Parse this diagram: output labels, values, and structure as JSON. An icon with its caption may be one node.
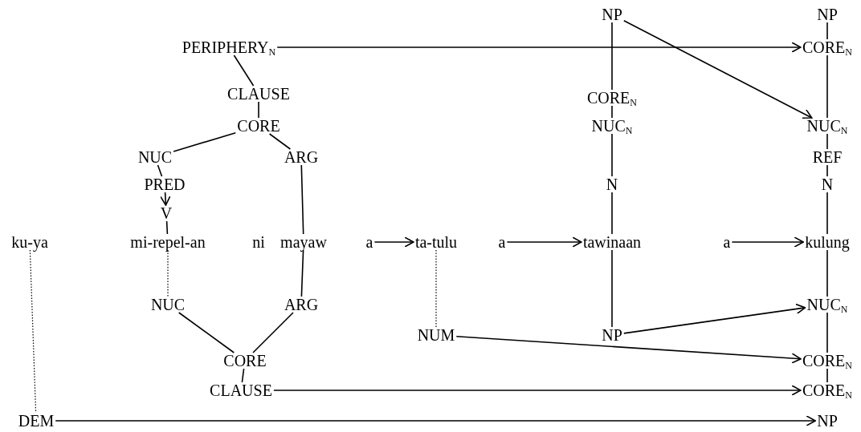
{
  "diagram": {
    "nodes": [
      {
        "text": [
          "PERIPHERY$_{N}$"
        ]
      },
      {
        "text": [
          "CLAUSE"
        ]
      },
      {
        "text": [
          "CORE"
        ]
      },
      {
        "text": [
          "NUC"
        ]
      },
      {
        "text": [
          "ARG"
        ]
      },
      {
        "text": [
          "PRED"
        ]
      },
      {
        "text": [
          "V"
        ]
      },
      {
        "text": [
          "ku-ya"
        ]
      },
      {
        "text": [
          "mi-repel-an"
        ]
      },
      {
        "text": [
          "ni"
        ]
      },
      {
        "text": [
          "mayaw"
        ]
      },
      {
        "text": [
          "a"
        ]
      },
      {
        "text": [
          "ta-tulu"
        ]
      },
      {
        "text": [
          "a"
        ]
      },
      {
        "text": [
          "tawinaan"
        ]
      },
      {
        "text": [
          "a"
        ]
      },
      {
        "text": [
          "kulung"
        ]
      },
      {
        "text": [
          "NUC"
        ]
      },
      {
        "text": [
          "ARG"
        ]
      },
      {
        "text": [
          "CORE"
        ]
      },
      {
        "text": [
          "CLAUSE"
        ]
      },
      {
        "text": [
          "DEM"
        ]
      },
      {
        "text": [
          "NUM"
        ]
      },
      {
        "text": [
          "NP"
        ]
      },
      {
        "text": [
          "NP"
        ]
      },
      {
        "text": [
          "CORE$_{N}$"
        ]
      },
      {
        "text": [
          "NUC$_{N}$"
        ]
      },
      {
        "text": [
          "N"
        ]
      },
      {
        "text": [
          "NP"
        ]
      },
      {
        "text": [
          "CORE$_{N}$"
        ]
      },
      {
        "text": [
          "NUC$_{N}$"
        ]
      },
      {
        "text": [
          "REF"
        ]
      },
      {
        "text": [
          "N"
        ]
      },
      {
        "text": [
          "NUC$_{N}$"
        ]
      },
      {
        "text": [
          "CORE$_{N}$"
        ]
      },
      {
        "text": [
          "CORE$_{N}$"
        ]
      },
      {
        "text": [
          "NP"
        ]
      }
    ],
    "edges": [
      {
        "from": 0,
        "to": 29,
        "arrow": "to"
      },
      {
        "from": 1,
        "to": 0,
        "arrow": "none"
      },
      {
        "from": 2,
        "to": 1,
        "arrow": "none"
      },
      {
        "from": 2,
        "to": 3,
        "arrow": "none"
      },
      {
        "from": 2,
        "to": 4,
        "arrow": "none"
      },
      {
        "from": 3,
        "to": 5,
        "arrow": "none"
      },
      {
        "from": 5,
        "to": 6,
        "arrow": "to"
      },
      {
        "from": 6,
        "to": 8,
        "arrow": "none"
      },
      {
        "from": 4,
        "to": 10,
        "arrow": "none"
      },
      {
        "from": 8,
        "to": 17,
        "arrow": "none",
        "style": "dashed"
      },
      {
        "from": 10,
        "to": 18,
        "arrow": "none"
      },
      {
        "from": 17,
        "to": 19,
        "arrow": "none"
      },
      {
        "from": 18,
        "to": 19,
        "arrow": "none"
      },
      {
        "from": 19,
        "to": 20,
        "arrow": "none"
      },
      {
        "from": 20,
        "to": 35,
        "arrow": "to"
      },
      {
        "from": 7,
        "to": 21,
        "arrow": "none",
        "style": "dashed"
      },
      {
        "from": 21,
        "to": 36,
        "arrow": "to"
      },
      {
        "from": 11,
        "to": 12,
        "arrow": "to"
      },
      {
        "from": 13,
        "to": 14,
        "arrow": "to"
      },
      {
        "from": 15,
        "to": 16,
        "arrow": "to"
      },
      {
        "from": 12,
        "to": 22,
        "arrow": "none",
        "style": "dashed"
      },
      {
        "from": 22,
        "to": 34,
        "arrow": "to"
      },
      {
        "from": 24,
        "to": 25,
        "arrow": "none"
      },
      {
        "from": 25,
        "to": 26,
        "arrow": "none"
      },
      {
        "from": 26,
        "to": 27,
        "arrow": "none"
      },
      {
        "from": 27,
        "to": 14,
        "arrow": "none"
      },
      {
        "from": 14,
        "to": 23,
        "arrow": "none"
      },
      {
        "from": 23,
        "to": 33,
        "arrow": "to"
      },
      {
        "from": 24,
        "to": 30,
        "arrow": "to"
      },
      {
        "from": 28,
        "to": 29,
        "arrow": "none"
      },
      {
        "from": 29,
        "to": 30,
        "arrow": "none"
      },
      {
        "from": 30,
        "to": 31,
        "arrow": "none"
      },
      {
        "from": 31,
        "to": 32,
        "arrow": "none"
      },
      {
        "from": 32,
        "to": 16,
        "arrow": "none"
      },
      {
        "from": 16,
        "to": 33,
        "arrow": "none"
      },
      {
        "from": 33,
        "to": 34,
        "arrow": "none"
      },
      {
        "from": 34,
        "to": 35,
        "arrow": "none"
      }
    ]
  }
}
